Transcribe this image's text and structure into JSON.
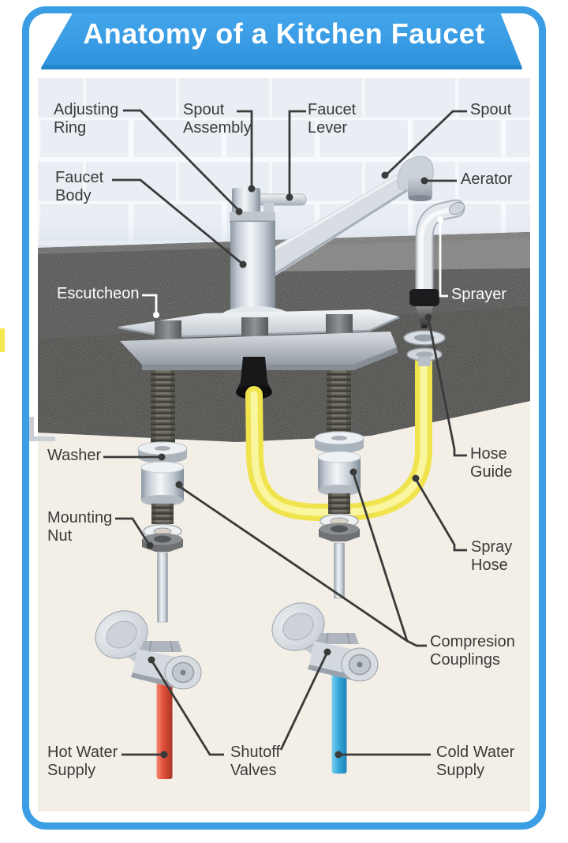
{
  "title": "Anatomy of a Kitchen Faucet",
  "labels": {
    "adjusting_ring": "Adjusting\nRing",
    "spout_assembly": "Spout\nAssembly",
    "faucet_lever": "Faucet\nLever",
    "spout": "Spout",
    "faucet_body": "Faucet\nBody",
    "aerator": "Aerator",
    "escutcheon": "Escutcheon",
    "sprayer": "Sprayer",
    "washer": "Washer",
    "hose_guide": "Hose\nGuide",
    "mounting_nut": "Mounting\nNut",
    "spray_hose": "Spray\nHose",
    "compression_couplings": "Compresion\nCouplings",
    "hot_water_supply": "Hot Water\nSupply",
    "shutoff_valves": "Shutoff\nValves",
    "cold_water_supply": "Cold Water\nSupply"
  },
  "colors": {
    "frame_blue": "#3b9ee4",
    "banner_edge_blue": "#2186ca",
    "label_dark": "#3a3a3a",
    "label_light": "#ffffff",
    "hot_pipe": "#e2503c",
    "cold_pipe": "#3aabdf",
    "spray_hose": "#f0e44e",
    "countertop": "#454543",
    "under_sink": "#f4efe6",
    "tile_wall": "#e9eef4"
  }
}
